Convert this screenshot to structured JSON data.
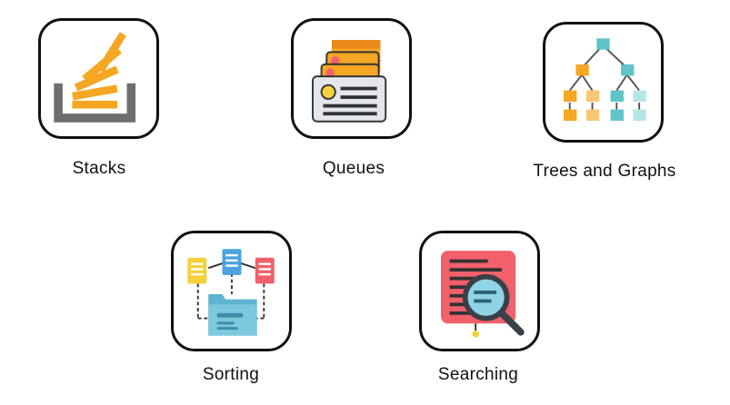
{
  "items": [
    {
      "label": "Stacks",
      "icon": "stack-overflow-icon"
    },
    {
      "label": "Queues",
      "icon": "queue-cards-icon"
    },
    {
      "label": "Trees and Graphs",
      "icon": "tree-graph-icon"
    },
    {
      "label": "Sorting",
      "icon": "sorting-folder-icon"
    },
    {
      "label": "Searching",
      "icon": "document-search-icon"
    }
  ],
  "colors": {
    "orange": "#f5a623",
    "gray": "#6e6e6e",
    "teal": "#5ec4c9",
    "red": "#f2606b",
    "blue": "#4aa3df",
    "yellow": "#f5d13b",
    "folder": "#5fb4d1",
    "tile_border": "#111111"
  }
}
